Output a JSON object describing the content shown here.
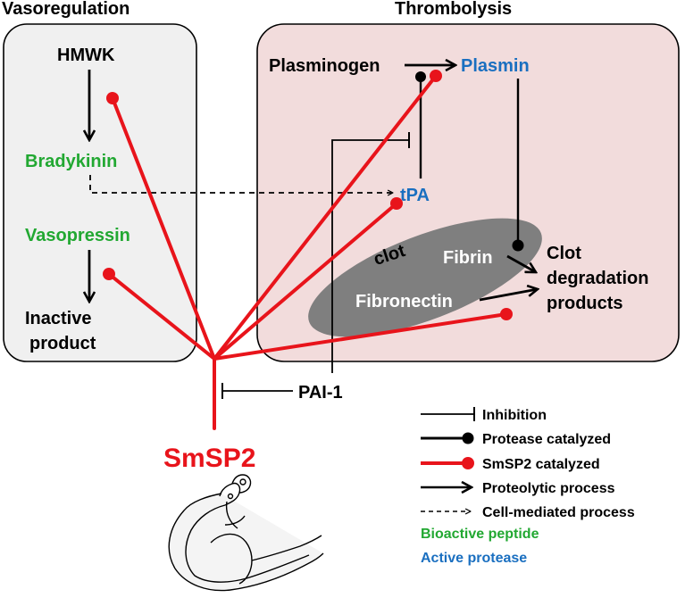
{
  "panels": {
    "vasoregulation": {
      "title": "Vasoregulation"
    },
    "thrombolysis": {
      "title": "Thrombolysis"
    }
  },
  "nodes": {
    "hmwk": "HMWK",
    "bradykinin": "Bradykinin",
    "vasopressin": "Vasopressin",
    "inactive_product": [
      "Inactive",
      "product"
    ],
    "plasminogen": "Plasminogen",
    "plasmin": "Plasmin",
    "tpa": "tPA",
    "clot": "clot",
    "fibrin": "Fibrin",
    "fibronectin": "Fibronectin",
    "clot_degradation": [
      "Clot",
      "degradation",
      "products"
    ],
    "pai1": "PAI-1",
    "smsp2": "SmSP2"
  },
  "legend": {
    "items": [
      {
        "label": "Inhibition",
        "symbol": "inhibition"
      },
      {
        "label": "Protease catalyzed",
        "symbol": "protease"
      },
      {
        "label": "SmSP2 catalyzed",
        "symbol": "smsp2"
      },
      {
        "label": "Proteolytic process",
        "symbol": "arrow"
      },
      {
        "label": "Cell-mediated process",
        "symbol": "dashed-arrow"
      }
    ],
    "bioactive_peptide": "Bioactive peptide",
    "active_protease": "Active protease"
  },
  "colors": {
    "bioactive_green": "#22a832",
    "protease_blue": "#1a6fc0",
    "smsp2_red": "#e8141b",
    "left_panel_bg": "#f0f0f0",
    "right_panel_bg": "#f2dcdc",
    "clot_gray": "#7f7f7f"
  }
}
